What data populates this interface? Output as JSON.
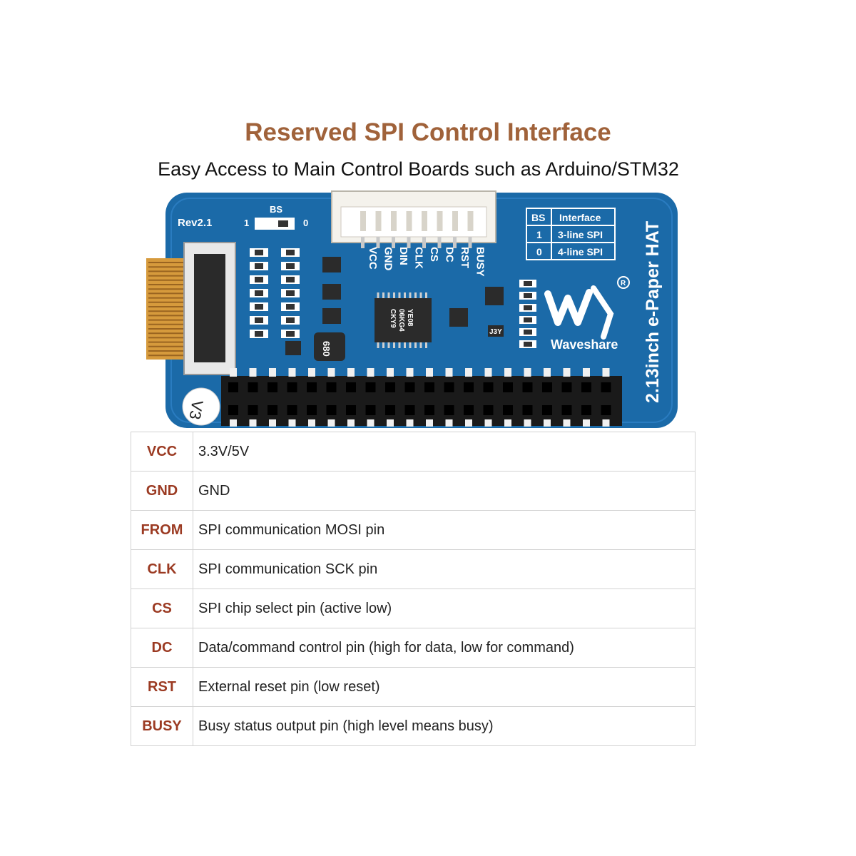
{
  "heading": {
    "title": "Reserved SPI Control Interface",
    "subtitle": "Easy Access to Main Control Boards such as Arduino/STM32"
  },
  "board": {
    "revision": "Rev2.1",
    "bs_label": "BS",
    "bs_left": "1",
    "bs_right": "0",
    "silk_pins": [
      "VCC",
      "GND",
      "DIN",
      "CLK",
      "CS",
      "DC",
      "RST",
      "BUSY"
    ],
    "bs_table": {
      "headers": [
        "BS",
        "Interface"
      ],
      "rows": [
        {
          "bs": "1",
          "interface": "3-line SPI"
        },
        {
          "bs": "0",
          "interface": "4-line SPI"
        }
      ]
    },
    "logo_text": "Waveshare",
    "product_name": "2.13inch e-Paper HAT",
    "version_mark": "V3",
    "inductor_mark": "680",
    "chip_lines": [
      "YE08",
      "06KG4",
      "CKY9"
    ],
    "small_chip_mark": "J3Y",
    "colors": {
      "pcb": "#1b6aa8",
      "pcb_dark": "#134f80",
      "copper": "#d69a3c",
      "header": "#1a1a1a",
      "accent_title": "#a0623a",
      "accent_pin": "#9b3a22"
    }
  },
  "pin_table": [
    {
      "pin": "VCC",
      "desc": "3.3V/5V"
    },
    {
      "pin": "GND",
      "desc": "GND"
    },
    {
      "pin": "FROM",
      "desc": "SPI communication MOSI pin"
    },
    {
      "pin": "CLK",
      "desc": "SPI communication SCK pin"
    },
    {
      "pin": "CS",
      "desc": "SPI chip select pin (active low)"
    },
    {
      "pin": "DC",
      "desc": "Data/command control pin (high for data, low for command)"
    },
    {
      "pin": "RST",
      "desc": "External reset pin (low reset)"
    },
    {
      "pin": "BUSY",
      "desc": "Busy status output pin (high level means busy)"
    }
  ]
}
